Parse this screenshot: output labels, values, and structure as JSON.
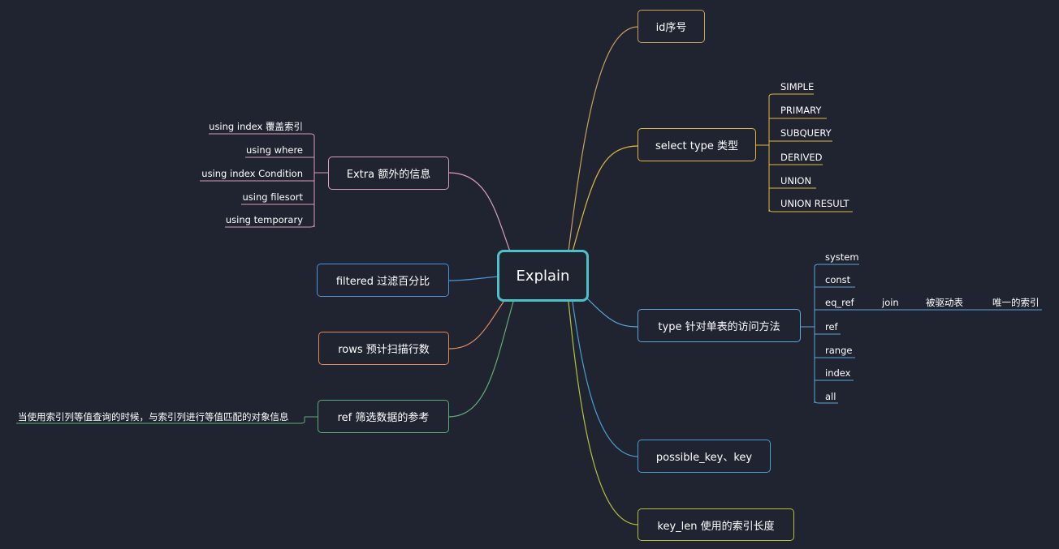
{
  "root": {
    "label": "Explain"
  },
  "colors": {
    "background": "#1f2430",
    "root": "#4fc1c6",
    "id": "#c9a15c",
    "select_type": "#e2b93f",
    "type": "#5ea8d8",
    "possible_key": "#4a9fd1",
    "key_len": "#b5c13e",
    "extra": "#d99dbd",
    "filtered": "#4a96d9",
    "rows": "#e08a5b",
    "ref": "#5fae77"
  },
  "right": {
    "id": {
      "label": "id序号"
    },
    "select_type": {
      "label": "select type 类型",
      "children": [
        "SIMPLE",
        "PRIMARY",
        "SUBQUERY",
        "DERIVED",
        "UNION",
        "UNION RESULT"
      ]
    },
    "type": {
      "label": "type 针对单表的访问方法",
      "children": [
        "system",
        "const",
        "eq_ref",
        "ref",
        "range",
        "index",
        "all"
      ],
      "eq_ref_chain": [
        "join",
        "被驱动表",
        "唯一的索引"
      ]
    },
    "possible_key": {
      "label": "possible_key、key"
    },
    "key_len": {
      "label": "key_len 使用的索引长度"
    }
  },
  "left": {
    "extra": {
      "label": "Extra 额外的信息",
      "children": [
        "using index 覆盖索引",
        "using where",
        "using index Condition",
        "using filesort",
        "using temporary"
      ]
    },
    "filtered": {
      "label": "filtered 过滤百分比"
    },
    "rows": {
      "label": "rows 预计扫描行数"
    },
    "ref": {
      "label": "ref 筛选数据的参考",
      "children": [
        "当使用索引列等值查询的时候，与索引列进行等值匹配的对象信息"
      ]
    }
  }
}
